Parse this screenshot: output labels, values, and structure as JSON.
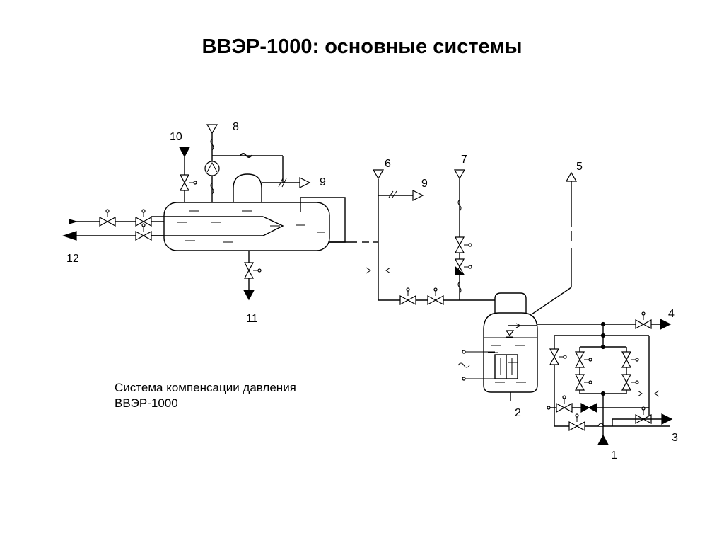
{
  "title": "ВВЭР-1000: основные системы",
  "caption": {
    "line1": "Система компенсации давления",
    "line2": "ВВЭР-1000"
  },
  "labels": {
    "l1": "1",
    "l2": "2",
    "l3": "3",
    "l4": "4",
    "l5": "5",
    "l6": "6",
    "l7": "7",
    "l8": "8",
    "l9a": "9",
    "l9b": "9",
    "l10": "10",
    "l11": "11",
    "l12": "12"
  }
}
